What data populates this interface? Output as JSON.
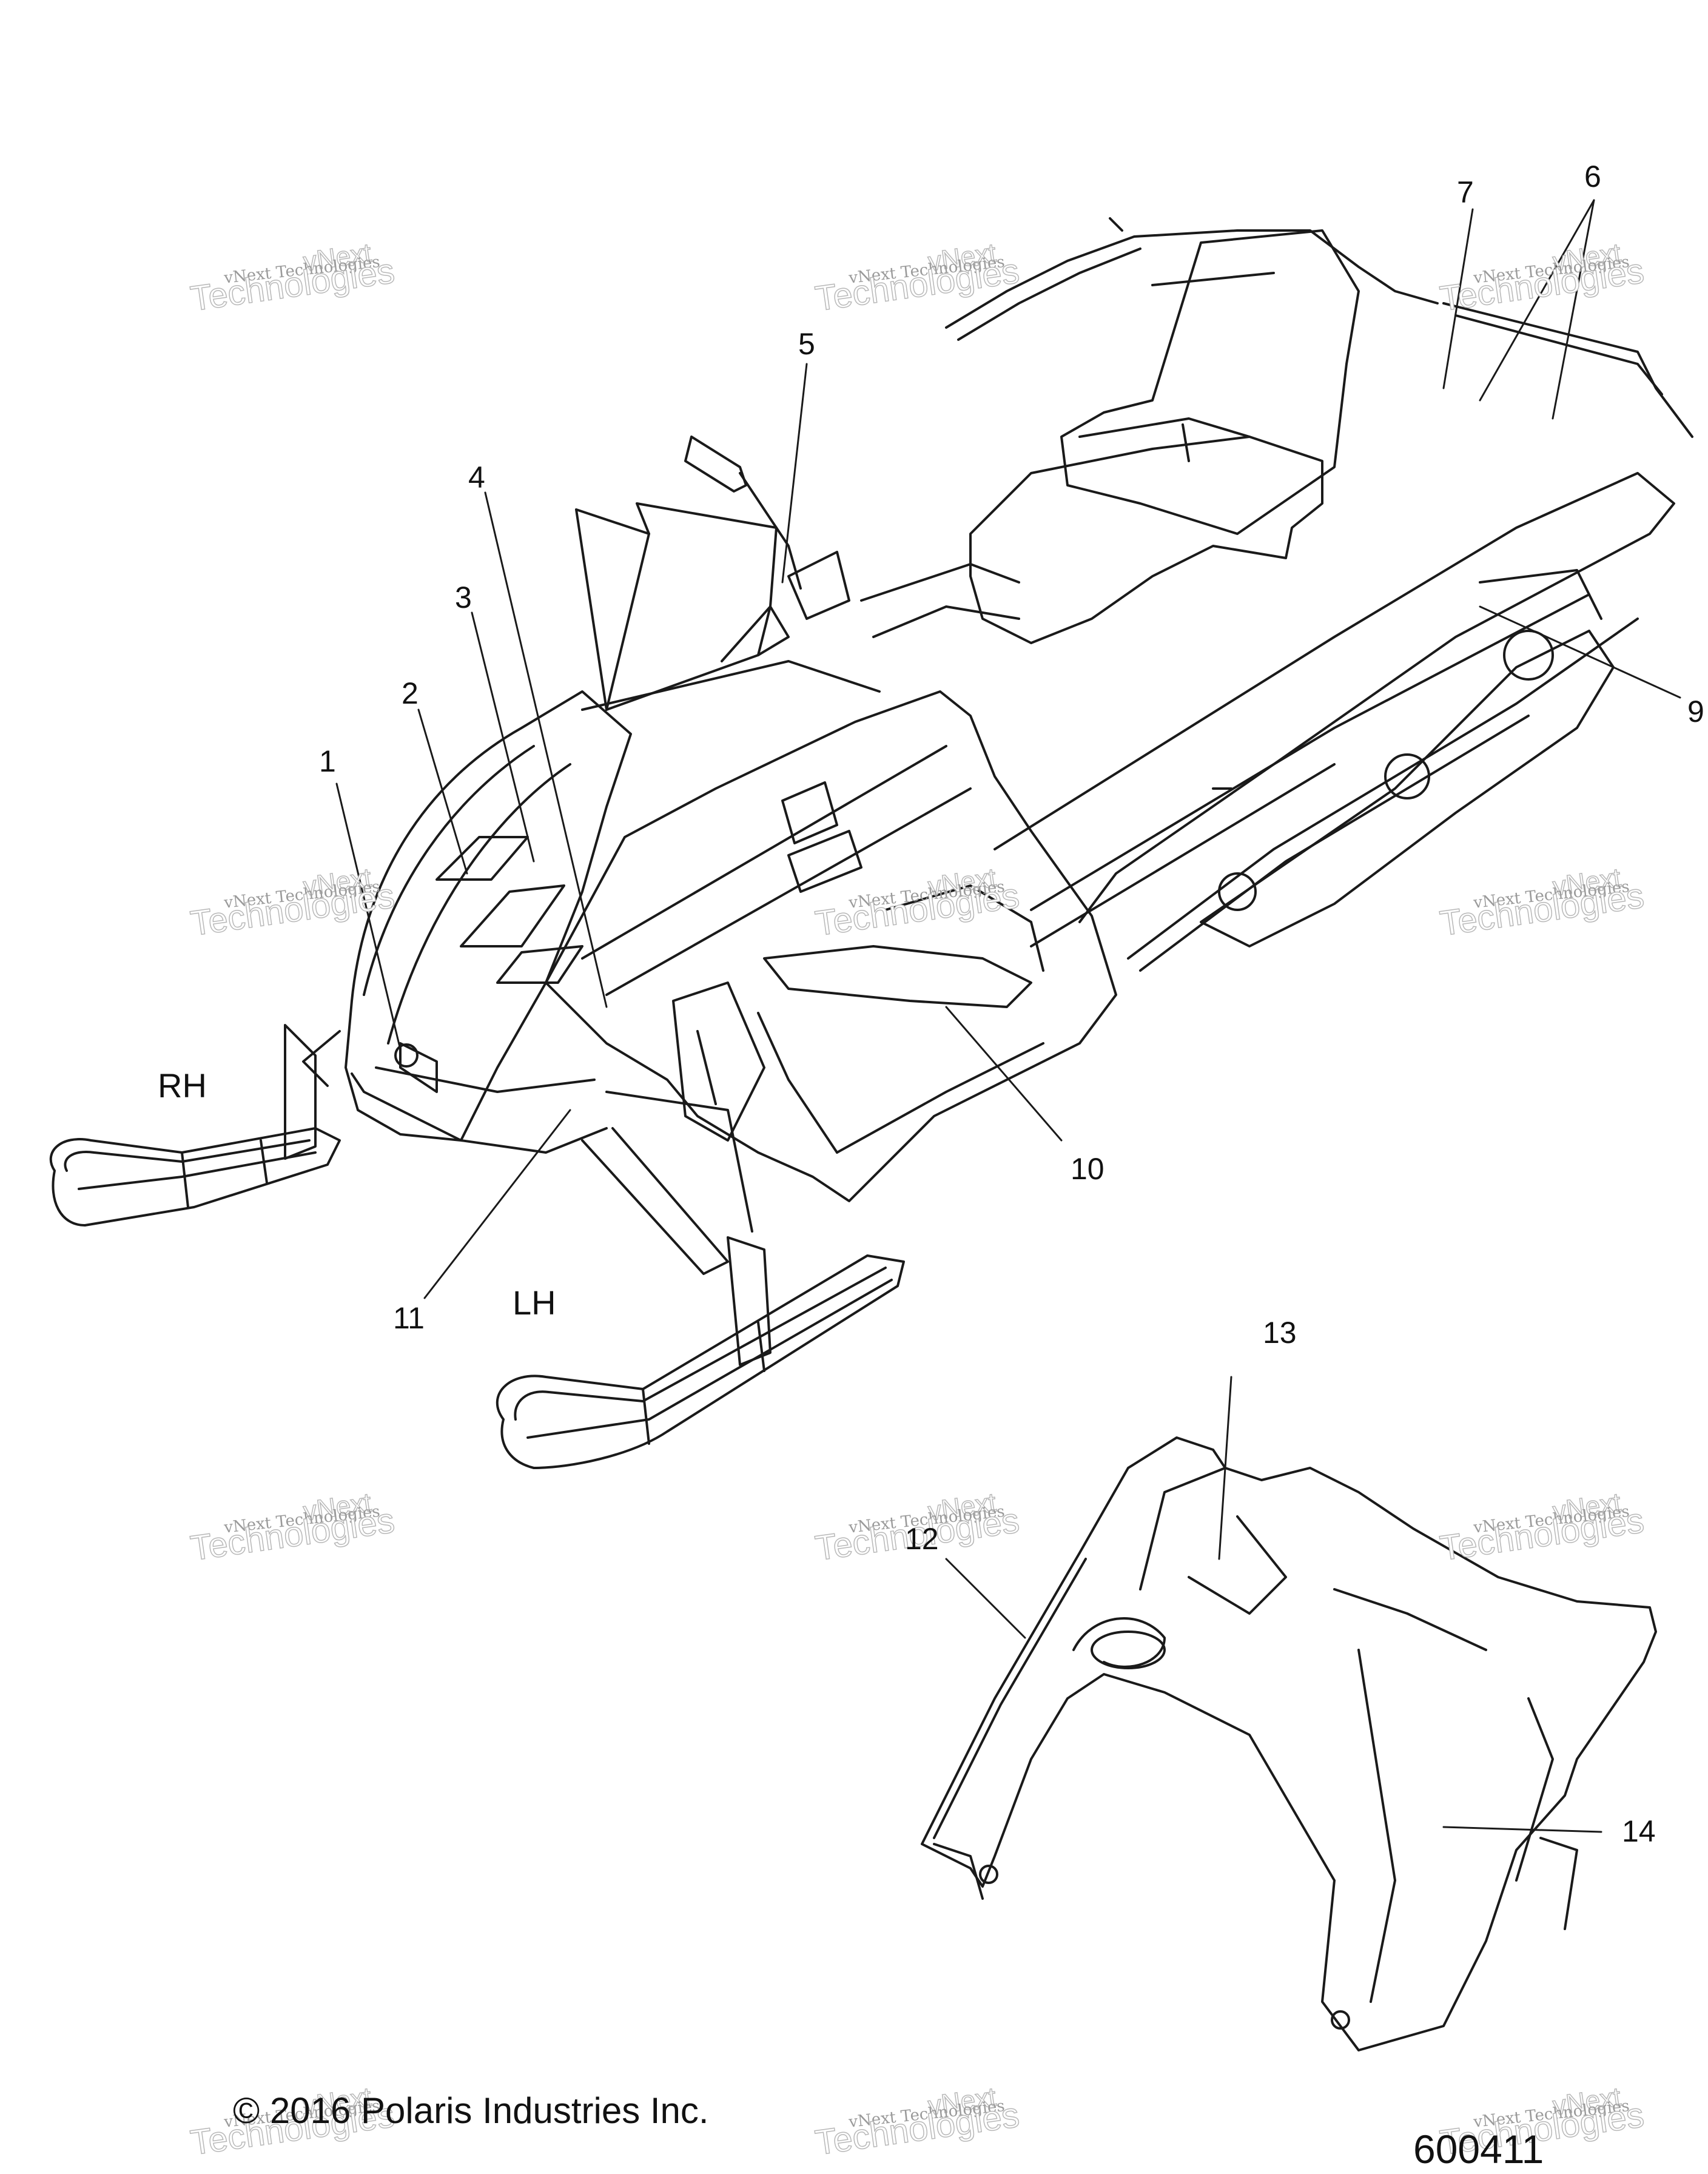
{
  "diagram": {
    "callouts": [
      {
        "id": "1",
        "label": "1"
      },
      {
        "id": "2",
        "label": "2"
      },
      {
        "id": "3",
        "label": "3"
      },
      {
        "id": "4",
        "label": "4"
      },
      {
        "id": "5",
        "label": "5"
      },
      {
        "id": "6",
        "label": "6"
      },
      {
        "id": "7",
        "label": "7"
      },
      {
        "id": "9",
        "label": "9"
      },
      {
        "id": "10",
        "label": "10"
      },
      {
        "id": "11",
        "label": "11"
      },
      {
        "id": "12",
        "label": "12"
      },
      {
        "id": "13",
        "label": "13"
      },
      {
        "id": "14",
        "label": "14"
      }
    ],
    "side_labels": {
      "rh": "RH",
      "lh": "LH"
    },
    "copyright": "© 2016 Polaris Industries Inc.",
    "figure_number": "600411",
    "watermark": {
      "small": "vNext Technologies",
      "top": "vNext",
      "big": "Technologies"
    }
  },
  "colors": {
    "line": "#1a1a1a",
    "watermark": "#b8b8b8"
  }
}
